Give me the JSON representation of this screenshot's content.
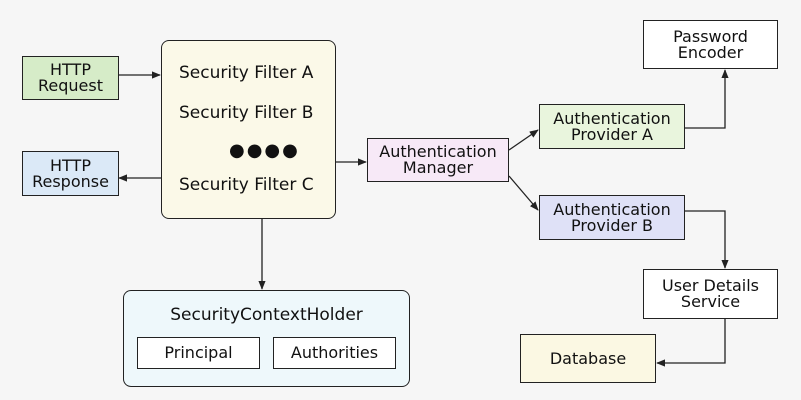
{
  "http_request": [
    "HTTP",
    "Request"
  ],
  "http_response": [
    "HTTP",
    "Response"
  ],
  "filter_chain": {
    "filters": [
      "Security Filter A",
      "Security Filter B",
      "Security Filter C"
    ],
    "ellipsis": "●●●●"
  },
  "auth_manager": [
    "Authentication",
    "Manager"
  ],
  "provider_a": [
    "Authentication",
    "Provider A"
  ],
  "provider_b": [
    "Authentication",
    "Provider B"
  ],
  "password_encoder": [
    "Password",
    "Encoder"
  ],
  "user_details_service": [
    "User Details",
    "Service"
  ],
  "database": "Database",
  "context_holder": {
    "title": "SecurityContextHolder",
    "principal": "Principal",
    "authorities": "Authorities"
  },
  "colors": {
    "request": "#d6ecc8",
    "response": "#dbe9f7",
    "filter_chain": "#fbf9e8",
    "manager": "#f7e9f7",
    "provider_a": "#e9f5dd",
    "provider_b": "#dfe1f7",
    "white": "#ffffff",
    "database": "#fbf8e3",
    "context": "#eef8fb",
    "line": "#222222"
  }
}
